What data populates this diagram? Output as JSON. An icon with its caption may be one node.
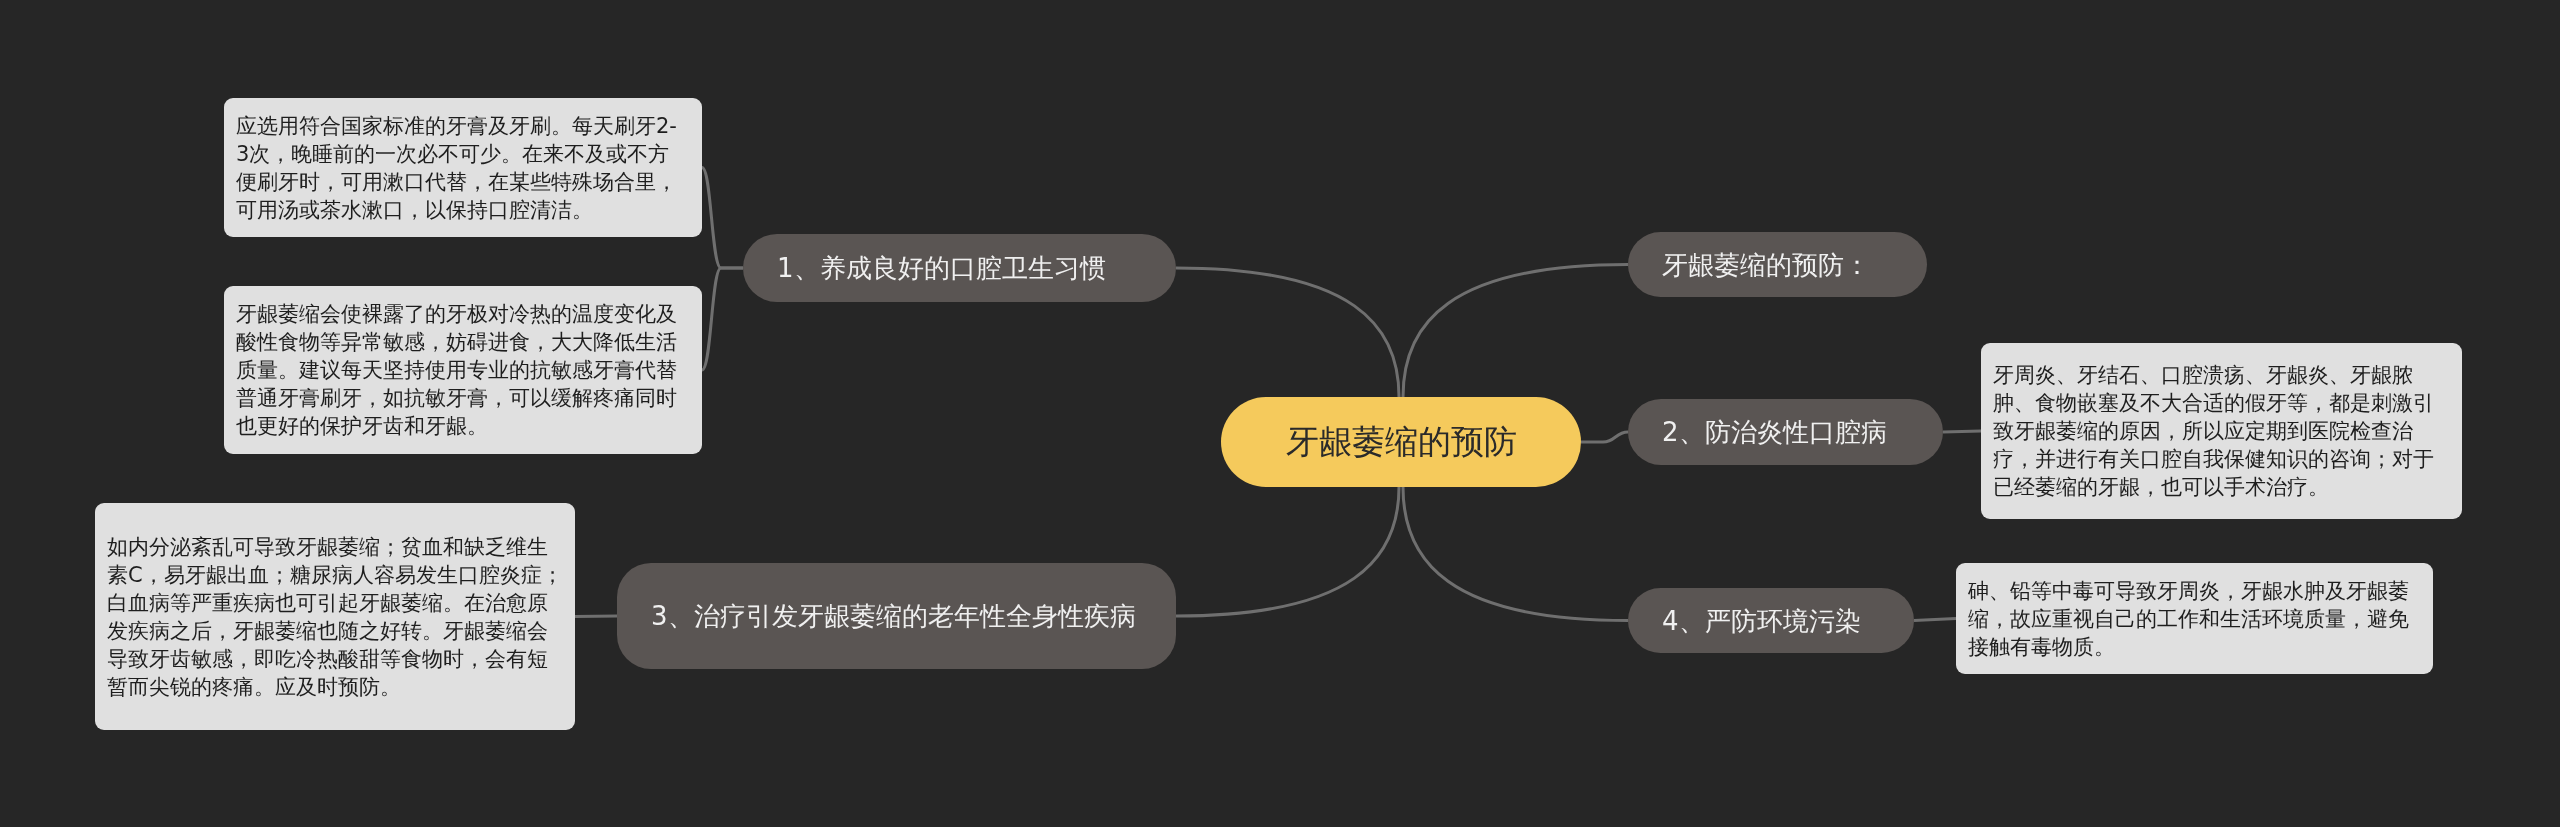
{
  "diagram": {
    "nodes": [
      {
        "text": [
          "牙龈萎缩的预防"
        ]
      },
      {
        "text": [
          "1、养成良好的口腔卫生习惯"
        ]
      },
      {
        "text": [
          "应选用符合国家标准的牙膏及牙刷。每天刷牙2-3次，晚睡前的一次必不可少。在来不及或不方便刷牙时，可用漱口代替，在某些特殊场合里，可用汤或茶水漱口，以保持口腔清洁。"
        ]
      },
      {
        "text": [
          "牙龈萎缩会使裸露了的牙极对冷热的温度变化及酸性食物等异常敏感，妨碍进食，大大降低生活质量。建议每天坚持使用专业的抗敏感牙膏代替普通牙膏刷牙，如抗敏牙膏，可以缓解疼痛同时也更好的保护牙齿和牙龈。"
        ]
      },
      {
        "text": [
          "牙龈萎缩的预防："
        ]
      },
      {
        "text": [
          "2、防治炎性口腔病"
        ]
      },
      {
        "text": [
          "牙周炎、牙结石、口腔溃疡、牙龈炎、牙龈脓肿、食物嵌塞及不大合适的假牙等，都是刺激引致牙龈萎缩的原因，所以应定期到医院检查治疗，并进行有关口腔自我保健知识的咨询；对于已经萎缩的牙龈，也可以手术治疗。"
        ]
      },
      {
        "text": [
          "3、治疗引发牙龈萎缩的老年性全身性疾病"
        ]
      },
      {
        "text": [
          "如内分泌紊乱可导致牙龈萎缩；贫血和缺乏维生素C，易牙龈出血；糖尿病人容易发生口腔炎症；白血病等严重疾病也可引起牙龈萎缩。在治愈原发疾病之后，牙龈萎缩也随之好转。牙龈萎缩会导致牙齿敏感，即吃冷热酸甜等食物时，会有短暂而尖锐的疼痛。应及时预防。"
        ]
      },
      {
        "text": [
          "4、严防环境污染"
        ]
      },
      {
        "text": [
          "砷、铅等中毒可导致牙周炎，牙龈水肿及牙龈萎缩，故应重视自己的工作和生活环境质量，避免接触有毒物质。"
        ]
      }
    ],
    "edges": [
      {
        "from": 0,
        "to": 1,
        "arrow": "none"
      },
      {
        "from": 1,
        "to": 2,
        "arrow": "none"
      },
      {
        "from": 1,
        "to": 3,
        "arrow": "none"
      },
      {
        "from": 0,
        "to": 4,
        "arrow": "none"
      },
      {
        "from": 0,
        "to": 5,
        "arrow": "none"
      },
      {
        "from": 5,
        "to": 6,
        "arrow": "none"
      },
      {
        "from": 0,
        "to": 7,
        "arrow": "none"
      },
      {
        "from": 7,
        "to": 8,
        "arrow": "none"
      },
      {
        "from": 0,
        "to": 9,
        "arrow": "none"
      },
      {
        "from": 9,
        "to": 10,
        "arrow": "none"
      }
    ]
  }
}
